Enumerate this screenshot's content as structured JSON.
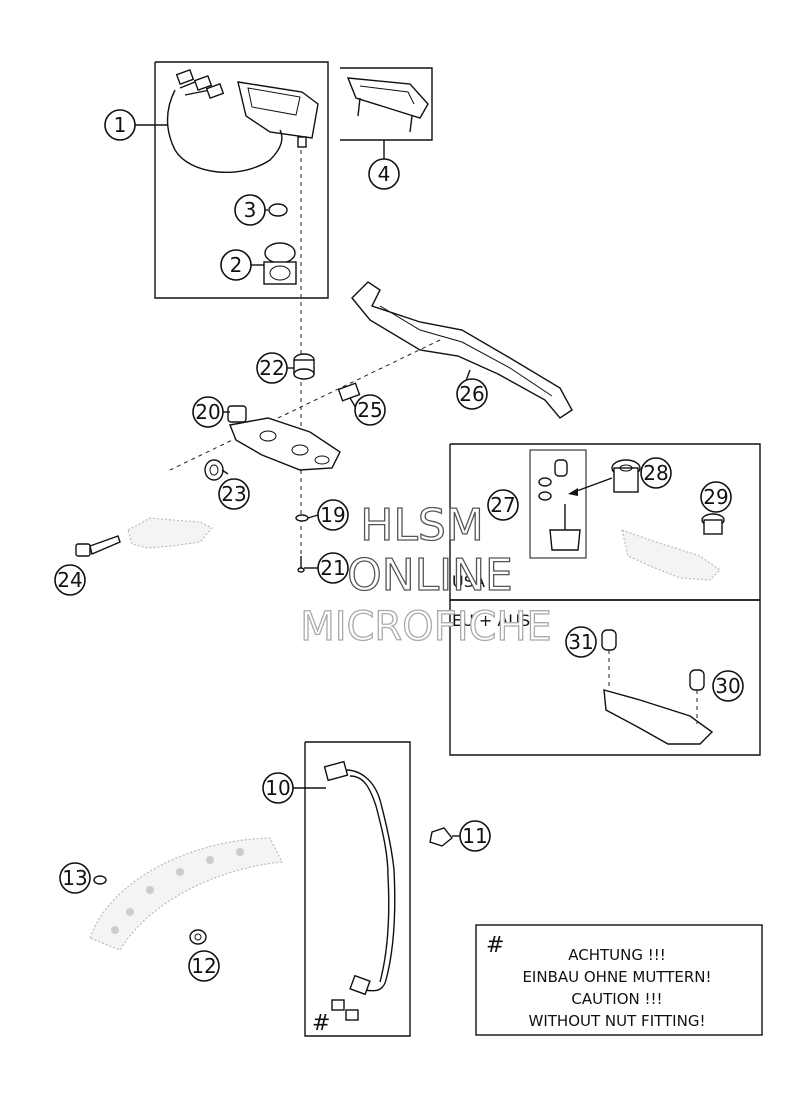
{
  "callouts": {
    "c1": "1",
    "c2": "2",
    "c3": "3",
    "c4": "4",
    "c10": "10",
    "c11": "11",
    "c12": "12",
    "c13": "13",
    "c19": "19",
    "c20": "20",
    "c21": "21",
    "c22": "22",
    "c23": "23",
    "c24": "24",
    "c25": "25",
    "c26": "26",
    "c27": "27",
    "c28": "28",
    "c29": "29",
    "c30": "30",
    "c31": "31"
  },
  "regions": {
    "usa": "USA",
    "eu_aus": "EU + AUS"
  },
  "watermark": {
    "line1": "HLSM",
    "line2": "ONLINE",
    "line3": "MICROFICHE"
  },
  "note": {
    "symbol": "#",
    "line1": "ACHTUNG !!!",
    "line2": "EINBAU OHNE MUTTERN!",
    "line3": "CAUTION !!!",
    "line4": "WITHOUT NUT FITTING!"
  },
  "cable_mark": "#"
}
